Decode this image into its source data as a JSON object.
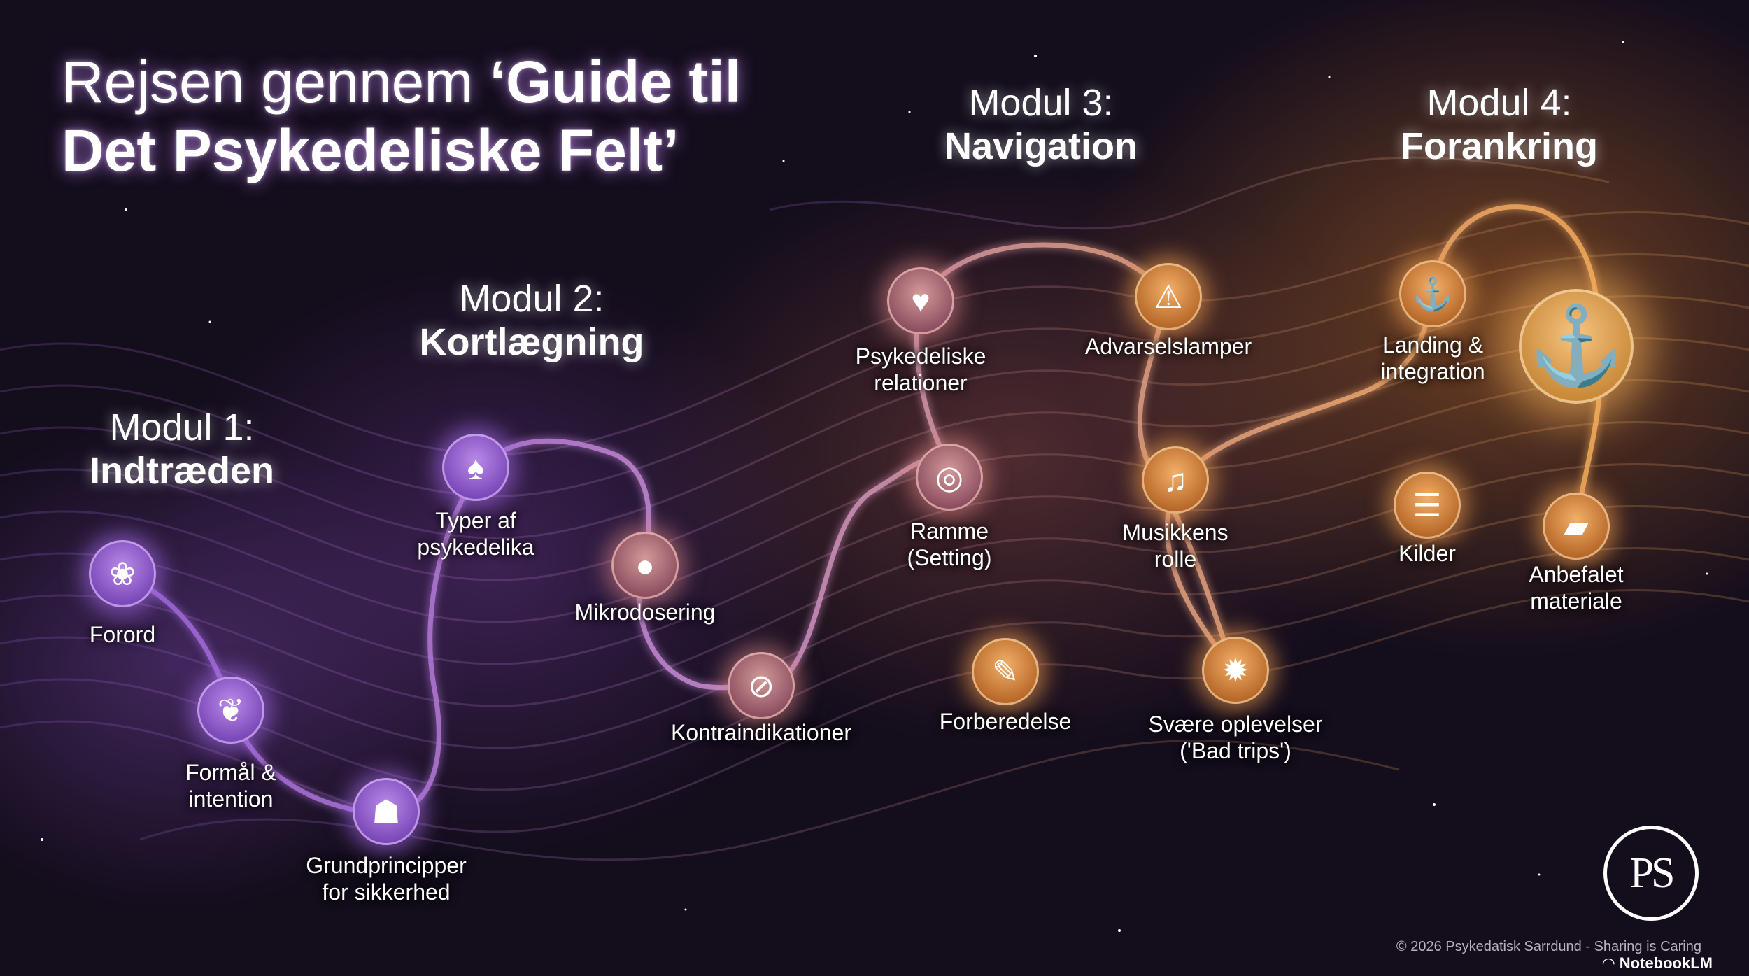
{
  "title": {
    "line1_regular": "Rejsen gennem ",
    "line1_bold": "‘Guide til",
    "line2_bold": "Det Psykedeliske Felt’"
  },
  "modules": [
    {
      "label": "Modul 1:",
      "name": "Indtræden"
    },
    {
      "label": "Modul 2:",
      "name": "Kortlægning"
    },
    {
      "label": "Modul 3:",
      "name": "Navigation"
    },
    {
      "label": "Modul 4:",
      "name": "Forankring"
    }
  ],
  "nodes": [
    {
      "label": "Forord",
      "icon": "lotus-icon",
      "glyph": "❀"
    },
    {
      "label": "Formål &\nintention",
      "icon": "sprout-icon",
      "glyph": "❦"
    },
    {
      "label": "Grundprincipper\nfor sikkerhed",
      "icon": "keyhole-icon",
      "glyph": "☗"
    },
    {
      "label": "Typer af\npsykedelika",
      "icon": "mushroom-icon",
      "glyph": "♠"
    },
    {
      "label": "Mikrodosering",
      "icon": "drop-icon",
      "glyph": "●"
    },
    {
      "label": "Kontraindikationer",
      "icon": "blocked-icon",
      "glyph": "⊘"
    },
    {
      "label": "Psykedeliske\nrelationer",
      "icon": "heart-icon",
      "glyph": "♥"
    },
    {
      "label": "Advarselslamper",
      "icon": "warning-icon",
      "glyph": "⚠"
    },
    {
      "label": "Ramme\n(Setting)",
      "icon": "frame-icon",
      "glyph": "◎"
    },
    {
      "label": "Forberedelse",
      "icon": "tools-icon",
      "glyph": "✎"
    },
    {
      "label": "Musikkens\nrolle",
      "icon": "music-note-icon",
      "glyph": "♫"
    },
    {
      "label": "Svære oplevelser\n('Bad trips')",
      "icon": "burst-icon",
      "glyph": "✹"
    },
    {
      "label": "Landing &\nintegration",
      "icon": "anchor-small-icon",
      "glyph": "⚓"
    },
    {
      "label": "Kilder",
      "icon": "document-icon",
      "glyph": "☰"
    },
    {
      "label": "Anbefalet\nmateriale",
      "icon": "book-icon",
      "glyph": "▰"
    },
    {
      "label": "",
      "icon": "anchor-large-icon",
      "glyph": "⚓"
    }
  ],
  "logo": {
    "text": "PS"
  },
  "footer": {
    "copyright": "© 2026 Psykedatisk Sarrdund - Sharing is Caring",
    "brand": "NotebookLM",
    "brand_icon": "notebooklm-icon"
  }
}
